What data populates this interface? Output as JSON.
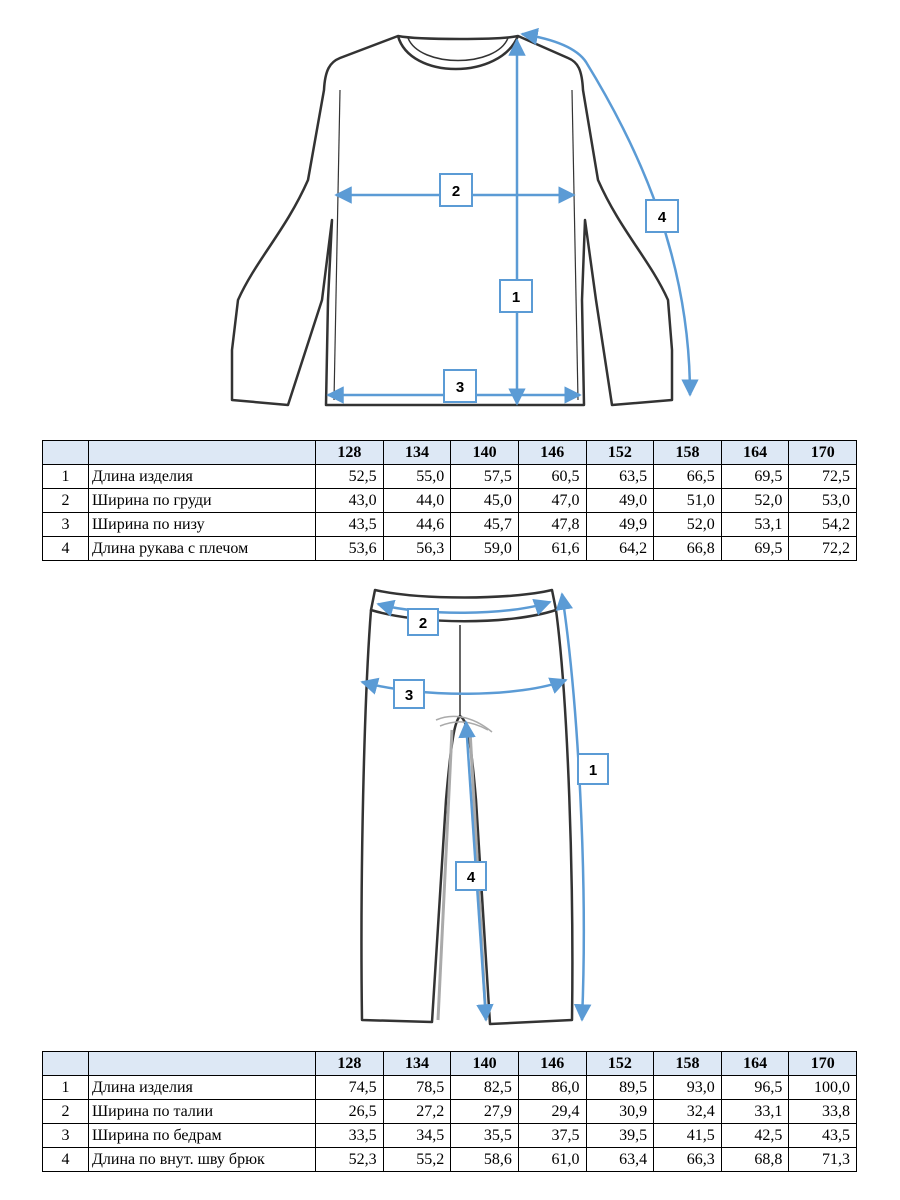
{
  "top": {
    "markers": [
      "1",
      "2",
      "3",
      "4"
    ],
    "headers": [
      "",
      "",
      "128",
      "134",
      "140",
      "146",
      "152",
      "158",
      "164",
      "170"
    ],
    "rows": [
      {
        "num": "1",
        "label": "Длина изделия",
        "values": [
          "52,5",
          "55,0",
          "57,5",
          "60,5",
          "63,5",
          "66,5",
          "69,5",
          "72,5"
        ]
      },
      {
        "num": "2",
        "label": "Ширина по груди",
        "values": [
          "43,0",
          "44,0",
          "45,0",
          "47,0",
          "49,0",
          "51,0",
          "52,0",
          "53,0"
        ]
      },
      {
        "num": "3",
        "label": "Ширина по низу",
        "values": [
          "43,5",
          "44,6",
          "45,7",
          "47,8",
          "49,9",
          "52,0",
          "53,1",
          "54,2"
        ]
      },
      {
        "num": "4",
        "label": "Длина рукава с плечом",
        "values": [
          "53,6",
          "56,3",
          "59,0",
          "61,6",
          "64,2",
          "66,8",
          "69,5",
          "72,2"
        ]
      }
    ]
  },
  "bottom": {
    "markers": [
      "1",
      "2",
      "3",
      "4"
    ],
    "headers": [
      "",
      "",
      "128",
      "134",
      "140",
      "146",
      "152",
      "158",
      "164",
      "170"
    ],
    "rows": [
      {
        "num": "1",
        "label": "Длина изделия",
        "values": [
          "74,5",
          "78,5",
          "82,5",
          "86,0",
          "89,5",
          "93,0",
          "96,5",
          "100,0"
        ]
      },
      {
        "num": "2",
        "label": "Ширина по талии",
        "values": [
          "26,5",
          "27,2",
          "27,9",
          "29,4",
          "30,9",
          "32,4",
          "33,1",
          "33,8"
        ]
      },
      {
        "num": "3",
        "label": "Ширина по бедрам",
        "values": [
          "33,5",
          "34,5",
          "35,5",
          "37,5",
          "39,5",
          "41,5",
          "42,5",
          "43,5"
        ]
      },
      {
        "num": "4",
        "label": "Длина по внут. шву брюк",
        "values": [
          "52,3",
          "55,2",
          "58,6",
          "61,0",
          "63,4",
          "66,3",
          "68,8",
          "71,3"
        ]
      }
    ]
  },
  "colors": {
    "measure_line": "#5b9bd5",
    "header_fill": "#dde8f5",
    "outline": "#333333"
  }
}
